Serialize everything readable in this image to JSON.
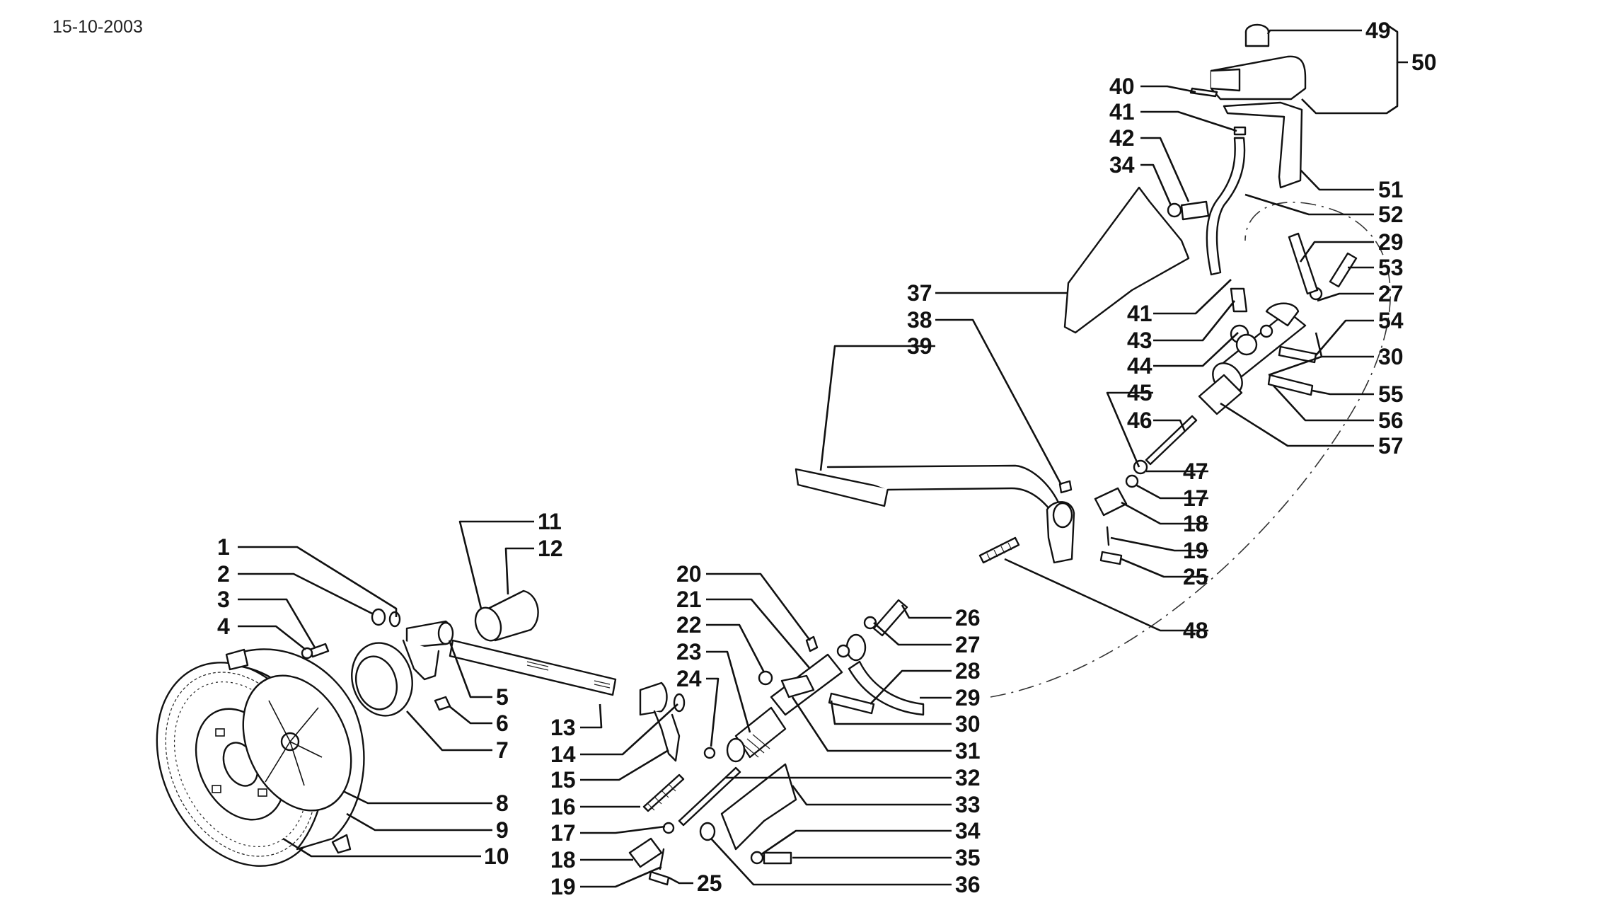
{
  "page": {
    "date": "15-10-2003",
    "type": "exploded-parts-diagram",
    "subject": "clutch assembly and hydraulic clutch control"
  },
  "callouts": [
    {
      "label": "1"
    },
    {
      "label": "2"
    },
    {
      "label": "3"
    },
    {
      "label": "4"
    },
    {
      "label": "5"
    },
    {
      "label": "6"
    },
    {
      "label": "7"
    },
    {
      "label": "8"
    },
    {
      "label": "9"
    },
    {
      "label": "10"
    },
    {
      "label": "11"
    },
    {
      "label": "12"
    },
    {
      "label": "13"
    },
    {
      "label": "14"
    },
    {
      "label": "15"
    },
    {
      "label": "16"
    },
    {
      "label": "17"
    },
    {
      "label": "18"
    },
    {
      "label": "19"
    },
    {
      "label": "25"
    },
    {
      "label": "20"
    },
    {
      "label": "21"
    },
    {
      "label": "22"
    },
    {
      "label": "23"
    },
    {
      "label": "24"
    },
    {
      "label": "26"
    },
    {
      "label": "27"
    },
    {
      "label": "28"
    },
    {
      "label": "29"
    },
    {
      "label": "30"
    },
    {
      "label": "31"
    },
    {
      "label": "32"
    },
    {
      "label": "33"
    },
    {
      "label": "34"
    },
    {
      "label": "35"
    },
    {
      "label": "36"
    },
    {
      "label": "37"
    },
    {
      "label": "38"
    },
    {
      "label": "39"
    },
    {
      "label": "41"
    },
    {
      "label": "43"
    },
    {
      "label": "44"
    },
    {
      "label": "45"
    },
    {
      "label": "46"
    },
    {
      "label": "47"
    },
    {
      "label": "17"
    },
    {
      "label": "18"
    },
    {
      "label": "19"
    },
    {
      "label": "25"
    },
    {
      "label": "48"
    },
    {
      "label": "49"
    },
    {
      "label": "50"
    },
    {
      "label": "40"
    },
    {
      "label": "41"
    },
    {
      "label": "42"
    },
    {
      "label": "34"
    },
    {
      "label": "51"
    },
    {
      "label": "52"
    },
    {
      "label": "29"
    },
    {
      "label": "53"
    },
    {
      "label": "27"
    },
    {
      "label": "54"
    },
    {
      "label": "30"
    },
    {
      "label": "55"
    },
    {
      "label": "56"
    },
    {
      "label": "57"
    }
  ]
}
